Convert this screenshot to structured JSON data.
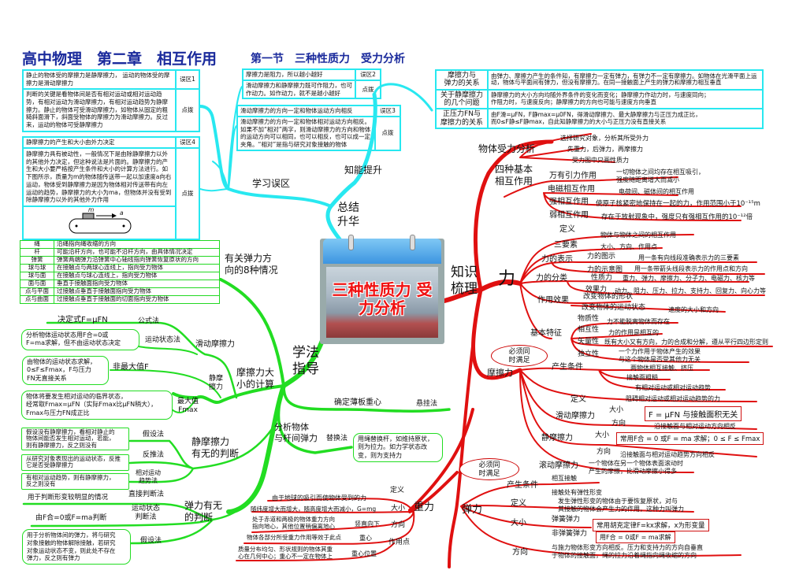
{
  "title": {
    "main": "高中物理　第二章　相互作用",
    "sub": "第一节　三种性质力　受力分析"
  },
  "colors": {
    "summary": "#28e8f0",
    "method": "#22dd22",
    "knowledge": "#e01010",
    "title": "#1a2a9c"
  },
  "center": {
    "caption": "三种性质力\n受力分析",
    "image": "sprinters-starting-photo"
  },
  "branches": {
    "summary": "总结\n升华",
    "method": "学法\n指导",
    "knowledge": "知识\n梳理"
  },
  "summary": {
    "mistakes_label": "学习误区",
    "improve_label": "知能提升",
    "m1": {
      "q": "静止的物体受的摩擦力是静摩擦力，\n运动的物体受的摩擦力是滑动摩擦力",
      "tag": "误区1",
      "a": "判断的关键是看物体间是否有相对运动或相对运动趋势，有相对运动为滑动摩擦力，有相对运动趋势为静摩擦力。静止的物体可受滑动摩擦力，如物体从固定的粗糙斜面滑下，斜面受物体的摩擦力为滑动摩擦力。反过来，运动的物体可受静摩擦力",
      "atag": "点拨"
    },
    "m2": {
      "q": "摩擦力是阻力，所以越小越好",
      "tag": "误区2",
      "a": "滑动摩擦力和静摩擦力既可作阻力，也可作动力。如作动力，就不是越小越好",
      "atag": "点拨"
    },
    "m3": {
      "q": "滑动摩擦力的方向一定和物体运动方向相反",
      "tag": "误区3",
      "a": "滑动摩擦力的方向一定和物体相对运动方向相反。如果不加“相对”两字，则滑动摩擦力的方向和物体的运动方向可以相同，也可以相反，也可以成一定夹角。“相对”是指与研究对象接触的物体",
      "atag": "点拨"
    },
    "m4": {
      "q": "静摩擦力的产生和大小由外力决定",
      "tag": "误区4",
      "a": "静摩擦力具有被动性，一般情况下是由除静摩擦力以外的其他外力决定，但这种说法是片面的。静摩擦力的产生和大小要严格按产生条件和大小的计算方法进行。如下图所示，质量为m的物体随传送带一起以加速度a向右运动，物体受到静摩擦力是因为物体相对传送带有向左运动的趋势，静摩擦力的大小为ma，但物体并没有受到除静摩擦力以外的其他外力作用",
      "atag": "点拨",
      "fig_m": "m",
      "fig_a": "a"
    },
    "improve": [
      {
        "k": "摩擦力与\n弹力的关系",
        "v": "由弹力、摩擦力产生的条件知，有摩擦力一定有弹力，有弹力不一定有摩擦力。如物体在光滑平面上运动，物体与平面间有弹力，但没有摩擦力。在同一接触面上产生的弹力和摩擦力相互垂直"
      },
      {
        "k": "关于静摩擦力\n的几个问题",
        "v": "静摩擦力的大小方向均随外界条件的变化而变化；静摩擦力作动力时，与速度同向；\n作阻力时，与速度反向；静摩擦力的方向也可能与速度方向垂直"
      },
      {
        "k": "正压力FN与\n摩擦力的关系",
        "v": "由F滑=μFN，F静max=μ0FN，得滑动摩擦力、最大静摩擦力与正压力成正比，\n而0≤F静≤F静max，自此知静摩擦力的大小与正压力没有直接关系"
      }
    ]
  },
  "method": {
    "elastic_dir_label": "有关弹力方\n向的8种情况",
    "elastic_dir": [
      [
        "绳",
        "沿绳指向绳收缩的方向"
      ],
      [
        "杆",
        "可能沿杆方向，也可能不沿杆方向，由具体情况决定"
      ],
      [
        "弹簧",
        "弹簧两端弹力沿弹簧中心轴线指向弹簧恢复原状的方向"
      ],
      [
        "球与球",
        "在接触点与两球心连线上，指向受力物体"
      ],
      [
        "球与面",
        "在接触点与球心连线上，指向受力物体"
      ],
      [
        "面与面",
        "垂直于接触面指向受力物体"
      ],
      [
        "点与平面",
        "过接触点垂直于接触面指向受力物体"
      ],
      [
        "点与曲面",
        "过接触点垂直于接触面的切面指向受力物体"
      ]
    ],
    "calc_label": "摩擦力大\n小的计算",
    "sliding_label": "滑动摩擦力",
    "formula_label": "公式法",
    "formula": "决定式F=μFN",
    "motion_label": "运动状态法",
    "motion": "分析物体运动状态用F合=0或\nF=ma求解，但不由运动状态决定",
    "static_label": "静摩\n擦力",
    "nonmax_label": "非最大值F",
    "nonmax": "由物体的运动状态求解，\n0≤F≤Fmax，F与压力\nFN无直接关系",
    "max_label": "最大值\nFmax",
    "max": "物体将要发生相对运动的临界状态，\n经常取Fmax=μFN（实际Fmax比μFN稍大），\nFmax与压力FN成正比",
    "static_exist_label": "静摩擦力\n有无的判断",
    "assume_label": "假设法",
    "assume": "假设没有静摩擦力，看相对静止的\n物体间能否发生相对运动，若能，\n则有静摩擦力，反之则没有",
    "reverse_label": "反推法",
    "reverse": "从研究对象表现出的运动状态，反推\n它是否受静摩擦力",
    "trend_label": "相对运动\n趋势法",
    "trend": "有相对运动趋势，则有静摩擦力，\n反之则没有",
    "elastic_exist_label": "弹力有无\n的判断",
    "direct_label": "直接判断法",
    "direct": "用于判断形变较明显的情况",
    "state_label": "运动状态\n判断法",
    "state": "由F合=0或F=ma判断",
    "assume2_label": "假设法",
    "assume2": "用于分析物体间的弹力，将与研究\n对象接触的物体解除接触，若研究\n对象运动状态不变，则此处不存在\n弹力，反之则有弹力",
    "plate_label": "确定薄板重心",
    "hang_label": "悬挂法",
    "rod_label": "分析物体\n与杆间弹力",
    "replace_label": "替换法",
    "replace": "用绳替换杆，如维持原状，\n则为拉力。如力学状态改\n变，则为支持力"
  },
  "knowledge": {
    "analysis": {
      "label": "物体受力分析",
      "items": [
        "选择研究对象，分析其所受外力",
        "先重力，后弹力，再摩擦力",
        "受力图中只画性质力"
      ]
    },
    "four": {
      "label": "四种基本\n相互作用",
      "items": [
        [
          "万有引力作用",
          "一切物体之间均存在相互吸引，\n强度随距离增大而减小"
        ],
        [
          "电磁相互作用",
          "电荷间、磁体间的相互作用"
        ],
        [
          "强相互作用",
          "使原子核紧密地保持在一起的力，作用范围小于10⁻¹⁵m"
        ],
        [
          "弱相互作用",
          "存在于放射现象中，强度只有强相互作用的10⁻¹²倍"
        ]
      ]
    },
    "force": {
      "label": "力",
      "def": [
        "定义",
        "物体与物体之间的相互作用"
      ],
      "three": [
        "三要素",
        "大小、方向、作用点"
      ],
      "repr": {
        "label": "力的表示",
        "items": [
          [
            "力的图示",
            "用一条有向线段准确表示力的三要素"
          ],
          [
            "力的示意图",
            "用一条带箭头线段表示力的作用点和方向"
          ]
        ]
      },
      "cls": {
        "label": "力的分类",
        "items": [
          [
            "性质力",
            "重力、弹力、摩擦力、分子力、电磁力、核力等"
          ],
          [
            "效果力",
            "动力、阻力、压力、拉力、支持力、回复力、向心力等"
          ]
        ]
      },
      "effect": {
        "label": "作用效果",
        "shape": "改变物体的形状",
        "motion": "改变物体的运动状态",
        "motion_note": "速度的大小和方向"
      },
      "feat": {
        "label": "基本特征",
        "items": [
          [
            "物质性",
            "力不能脱离物体而存在"
          ],
          [
            "相互性",
            "力的作用是相互的"
          ],
          [
            "矢量性",
            "既有大小又有方向，力的合成和分解，遵从平行四边形定则"
          ],
          [
            "独立性",
            "一个力作用于物体产生的效果\n与这个物体是否受其他力无关"
          ]
        ]
      }
    },
    "friction": {
      "label": "摩擦力",
      "bubble": "必须同\n时满足",
      "cond_label": "产生条件",
      "cond": [
        "两物体相互接触、挤压",
        "接触面粗糙",
        "有相对运动或相对运动趋势"
      ],
      "def": [
        "定义",
        "阻碍相对运动或相对运动趋势的力"
      ],
      "sliding": {
        "label": "滑动摩擦力",
        "size": "大小",
        "size_v": "F = μFN 与接触面积无关",
        "dir": "方向",
        "dir_v": "沿接触面与相对运动方向相反"
      },
      "static": {
        "label": "静摩擦力",
        "size": "大小",
        "size_v": "常用F合 = 0 或F = ma 求解；0 ≤ F ≤ Fmax",
        "dir": "方向",
        "dir_v": "沿接触面与相对运动趋势方向相反"
      },
      "rolling": {
        "label": "滚动摩擦力",
        "v": "一个物体在另一个物体表面滚动时\n产生的摩擦，比滑动摩擦小得多"
      }
    },
    "elastic": {
      "label": "弹力",
      "bubble": "必须同\n时满足",
      "cond_label": "产生条件",
      "cond": [
        "相互接触",
        "接触处有弹性形变"
      ],
      "def": [
        "定义",
        "发生弹性形变的物体由于要恢复原状，对与\n其接触的物体会产生力的作用，这种力叫弹力"
      ],
      "size": "大小",
      "spring": "弹簧弹力",
      "spring_v": "常用胡克定律F=kx求解，x为形变量",
      "nonspring": "非弹簧弹力",
      "nonspring_v": "用F合 = 0或F = ma求解",
      "dir": [
        "方向",
        "与施力物体形变方向相反。压力和支持力的方向自垂直\n于物体的接触面，绳的拉力沿着绳指向绳收缩的方向"
      ]
    },
    "gravity": {
      "label": "重力",
      "def": [
        "定义",
        "由于地球的吸引而使物体受到的力"
      ],
      "size": [
        "大小",
        "随纬度增大而增大，随高度增大而减小，G=mg"
      ],
      "dir": "方向",
      "dir_v": "竖直向下",
      "dir_note": "处于赤道和两极的物体重力方向\n指向地心，其他位置稍偏离地心",
      "point": "作用点",
      "cg": "重心",
      "cg_v": "物体各部分所受重力作用等效于此点",
      "cgpos": "重心位置",
      "cgpos_v": "质量分布均匀、形状规则的物体其重\n心在几何中心；重心不一定在物体上"
    }
  }
}
